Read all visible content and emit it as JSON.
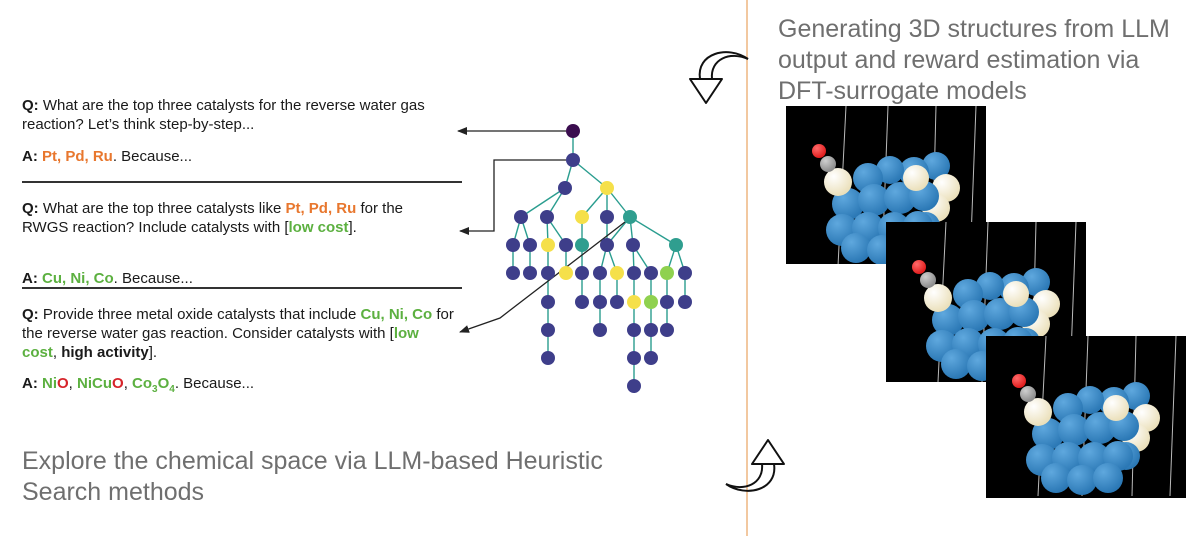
{
  "qa": {
    "q1": {
      "q_prefix": "Q:",
      "q_text": " What are the top three catalysts for the reverse water gas reaction? Let’s think step-by-step...",
      "a_prefix": "A:",
      "a_answer": "Pt, Pd, Ru",
      "a_rest": ". Because..."
    },
    "q2": {
      "q_prefix": "Q:",
      "q_text_1": " What are the top three catalysts like ",
      "q_hl": "Pt, Pd, Ru",
      "q_text_2": " for the RWGS reaction? Include catalysts with [",
      "q_green": "low cost",
      "q_text_3": "].",
      "a_prefix": "A:",
      "a_answer": "Cu, Ni, Co",
      "a_rest": ". Because..."
    },
    "q3": {
      "q_prefix": "Q:",
      "q_text_1": " Provide three metal oxide catalysts that include ",
      "q_hl": "Cu, Ni, Co",
      "q_text_2": " for the reverse water gas reaction. Consider catalysts with [",
      "q_green": "low cost",
      "q_sep": ", ",
      "q_bold": "high activity",
      "q_text_3": "].",
      "a_prefix": "A:",
      "a1_g": "Ni",
      "a1_r": "O",
      "sep1": ", ",
      "a2_g": "NiCu",
      "a2_r": "O",
      "sep2": ", ",
      "a3_g": "Co",
      "a3_sub1": "3",
      "a3_g2": "O",
      "a3_sub2": "4",
      "a_rest": ". Because..."
    }
  },
  "captions": {
    "left": "Explore the chemical space via LLM-based Heuristic Search methods",
    "right": "Generating 3D structures from LLM output and reward estimation via DFT-surrogate models"
  },
  "colors": {
    "root": "#3b0d4f",
    "navy": "#3e3e8a",
    "teal": "#2f9e8f",
    "yellow": "#f5e04a",
    "green": "#8fd14f",
    "edge": "#2a9d8f",
    "slab_blue": "#2b78b5",
    "slab_cream": "#ebe0bb",
    "oxygen": "#e01c1c",
    "carbon": "#8a8a8a"
  },
  "icons": {
    "top_arrow": "cycle-arrow-top-icon",
    "bottom_arrow": "cycle-arrow-bottom-icon"
  }
}
